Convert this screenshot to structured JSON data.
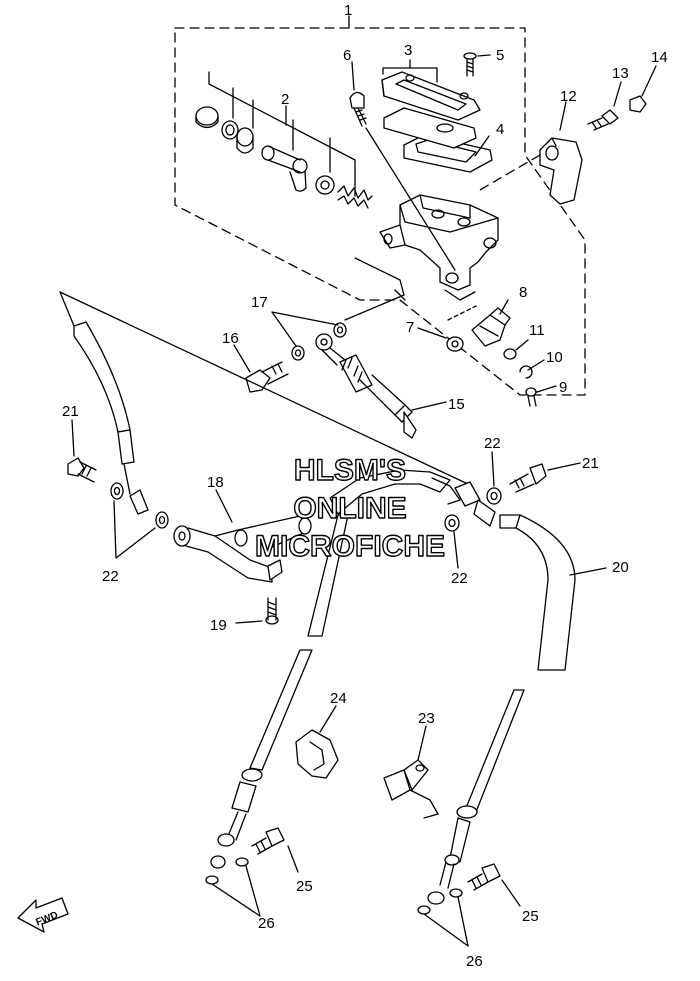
{
  "callouts": {
    "n1": "1",
    "n2": "2",
    "n3": "3",
    "n4": "4",
    "n5": "5",
    "n6": "6",
    "n7": "7",
    "n8": "8",
    "n9": "9",
    "n10": "10",
    "n11": "11",
    "n12": "12",
    "n13": "13",
    "n14": "14",
    "n15": "15",
    "n16": "16",
    "n17": "17",
    "n18": "18",
    "n19": "19",
    "n20": "20",
    "n21a": "21",
    "n21b": "21",
    "n22a": "22",
    "n22b": "22",
    "n22c": "22",
    "n23": "23",
    "n24": "24",
    "n25a": "25",
    "n25b": "25",
    "n26a": "26",
    "n26b": "26"
  },
  "watermark": {
    "line1": "HLSM'S",
    "line2": "ONLINE",
    "line3": "MICROFICHE"
  },
  "fwd_label": "FWD"
}
